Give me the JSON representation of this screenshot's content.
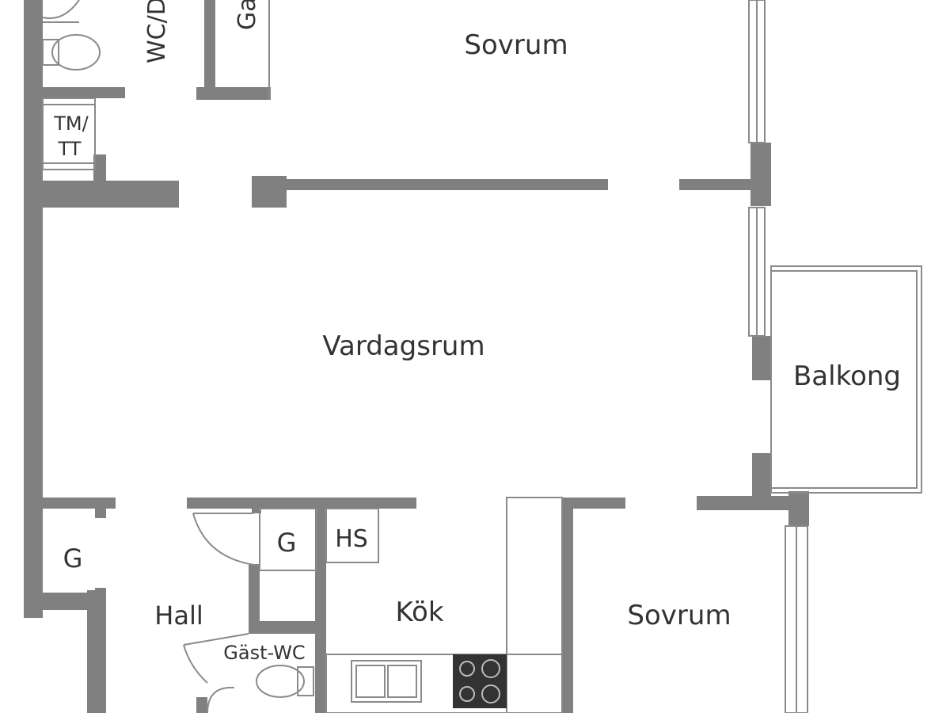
{
  "labels": {
    "sovrum_top": "Sovrum",
    "wc_top": "WC/D",
    "garderob_top": "Ga",
    "tm_tt_line1": "TM/",
    "tm_tt_line2": "TT",
    "vardagsrum": "Vardagsrum",
    "balkong": "Balkong",
    "g_left": "G",
    "g_mid": "G",
    "hs": "HS",
    "hall": "Hall",
    "kok": "Kök",
    "sovrum_bottom": "Sovrum",
    "gast_wc": "Gäst-WC"
  },
  "colors": {
    "wall": "#808080",
    "line": "#8a8a8a",
    "text": "#333333",
    "background": "#ffffff"
  }
}
